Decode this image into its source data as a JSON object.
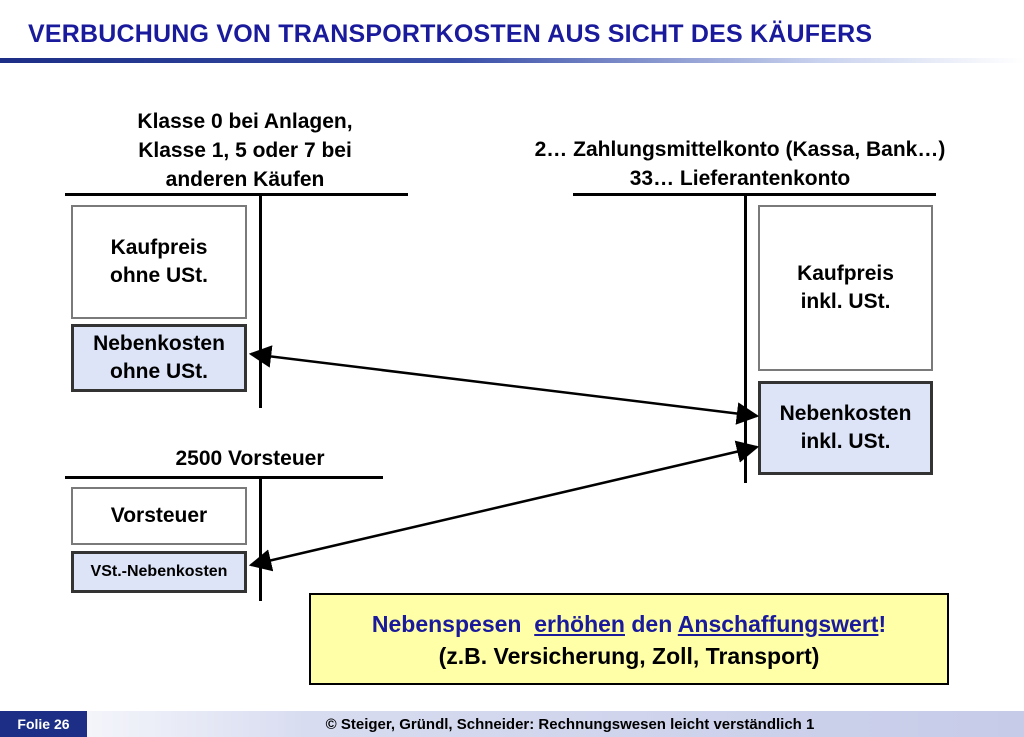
{
  "header": {
    "title": "VERBUCHUNG VON TRANSPORTKOSTEN AUS SICHT DES KÄUFERS"
  },
  "accounts": {
    "asset": {
      "title_lines": [
        "Klasse 0 bei Anlagen,",
        "Klasse 1, 5 oder 7 bei",
        "anderen Käufen"
      ],
      "box_purchase": [
        "Kaufpreis",
        "ohne USt."
      ],
      "box_costs": [
        "Nebenkosten",
        "ohne USt."
      ]
    },
    "payment": {
      "title_lines": [
        "2… Zahlungsmittelkonto (Kassa, Bank…)",
        "33… Lieferantenkonto"
      ],
      "box_purchase": [
        "Kaufpreis",
        "inkl. USt."
      ],
      "box_costs": [
        "Nebenkosten",
        "inkl. USt."
      ]
    },
    "vat": {
      "title": "2500 Vorsteuer",
      "box_vat": "Vorsteuer",
      "box_vat_costs": "VSt.-Nebenkosten"
    }
  },
  "note": {
    "part1": "Nebenspesen",
    "part2": "erhöhen",
    "part3": "den",
    "part4": "Anschaffungswert",
    "part5": "!",
    "line2": "(z.B. Versicherung, Zoll, Transport)"
  },
  "footer": {
    "slide_label": "Folie 26",
    "copyright": "© Steiger, Gründl, Schneider: Rechnungswesen leicht verständlich 1"
  },
  "colors": {
    "title_blue": "#1a1a9c",
    "box_blue": "#dde4f7",
    "note_yellow": "#ffffa8",
    "footer_navy": "#1c2e86"
  }
}
